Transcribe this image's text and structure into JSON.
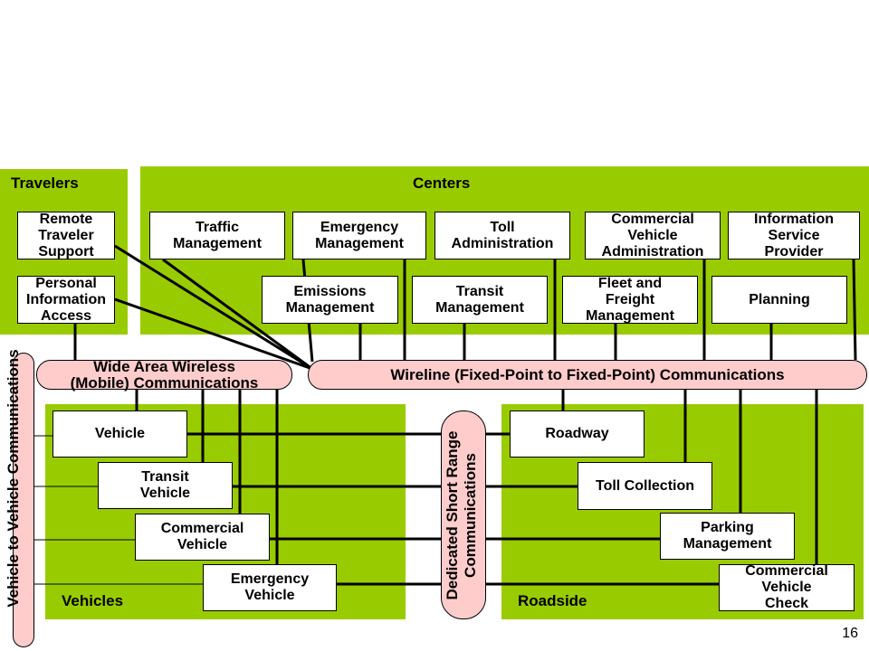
{
  "regions": {
    "travelers": "Travelers",
    "centers": "Centers",
    "vehicles": "Vehicles",
    "roadside": "Roadside"
  },
  "travelers": {
    "remote": "Remote\nTraveler\nSupport",
    "personal": "Personal\nInformation\nAccess"
  },
  "centers": {
    "traffic": "Traffic\nManagement",
    "emergency": "Emergency\nManagement",
    "toll_admin": "Toll\nAdministration",
    "cv_admin": "Commercial\nVehicle\nAdministration",
    "isp": "Information\nService\nProvider",
    "emissions": "Emissions\nManagement",
    "transit": "Transit\nManagement",
    "fleet": "Fleet and\nFreight\nManagement",
    "planning": "Planning"
  },
  "communications": {
    "wide_area": "Wide Area Wireless\n(Mobile) Communications",
    "wireline": "Wireline (Fixed-Point to Fixed-Point) Communications",
    "v2v": "Vehicle to Vehicle Communications",
    "dsrc": "Dedicated Short Range\nCommunications"
  },
  "vehicles": {
    "vehicle": "Vehicle",
    "transit": "Transit\nVehicle",
    "commercial": "Commercial\nVehicle",
    "emergency": "Emergency\nVehicle"
  },
  "roadside": {
    "roadway": "Roadway",
    "toll": "Toll Collection",
    "parking": "Parking\nManagement",
    "cvcheck": "Commercial\nVehicle\nCheck"
  },
  "page_number": "16"
}
